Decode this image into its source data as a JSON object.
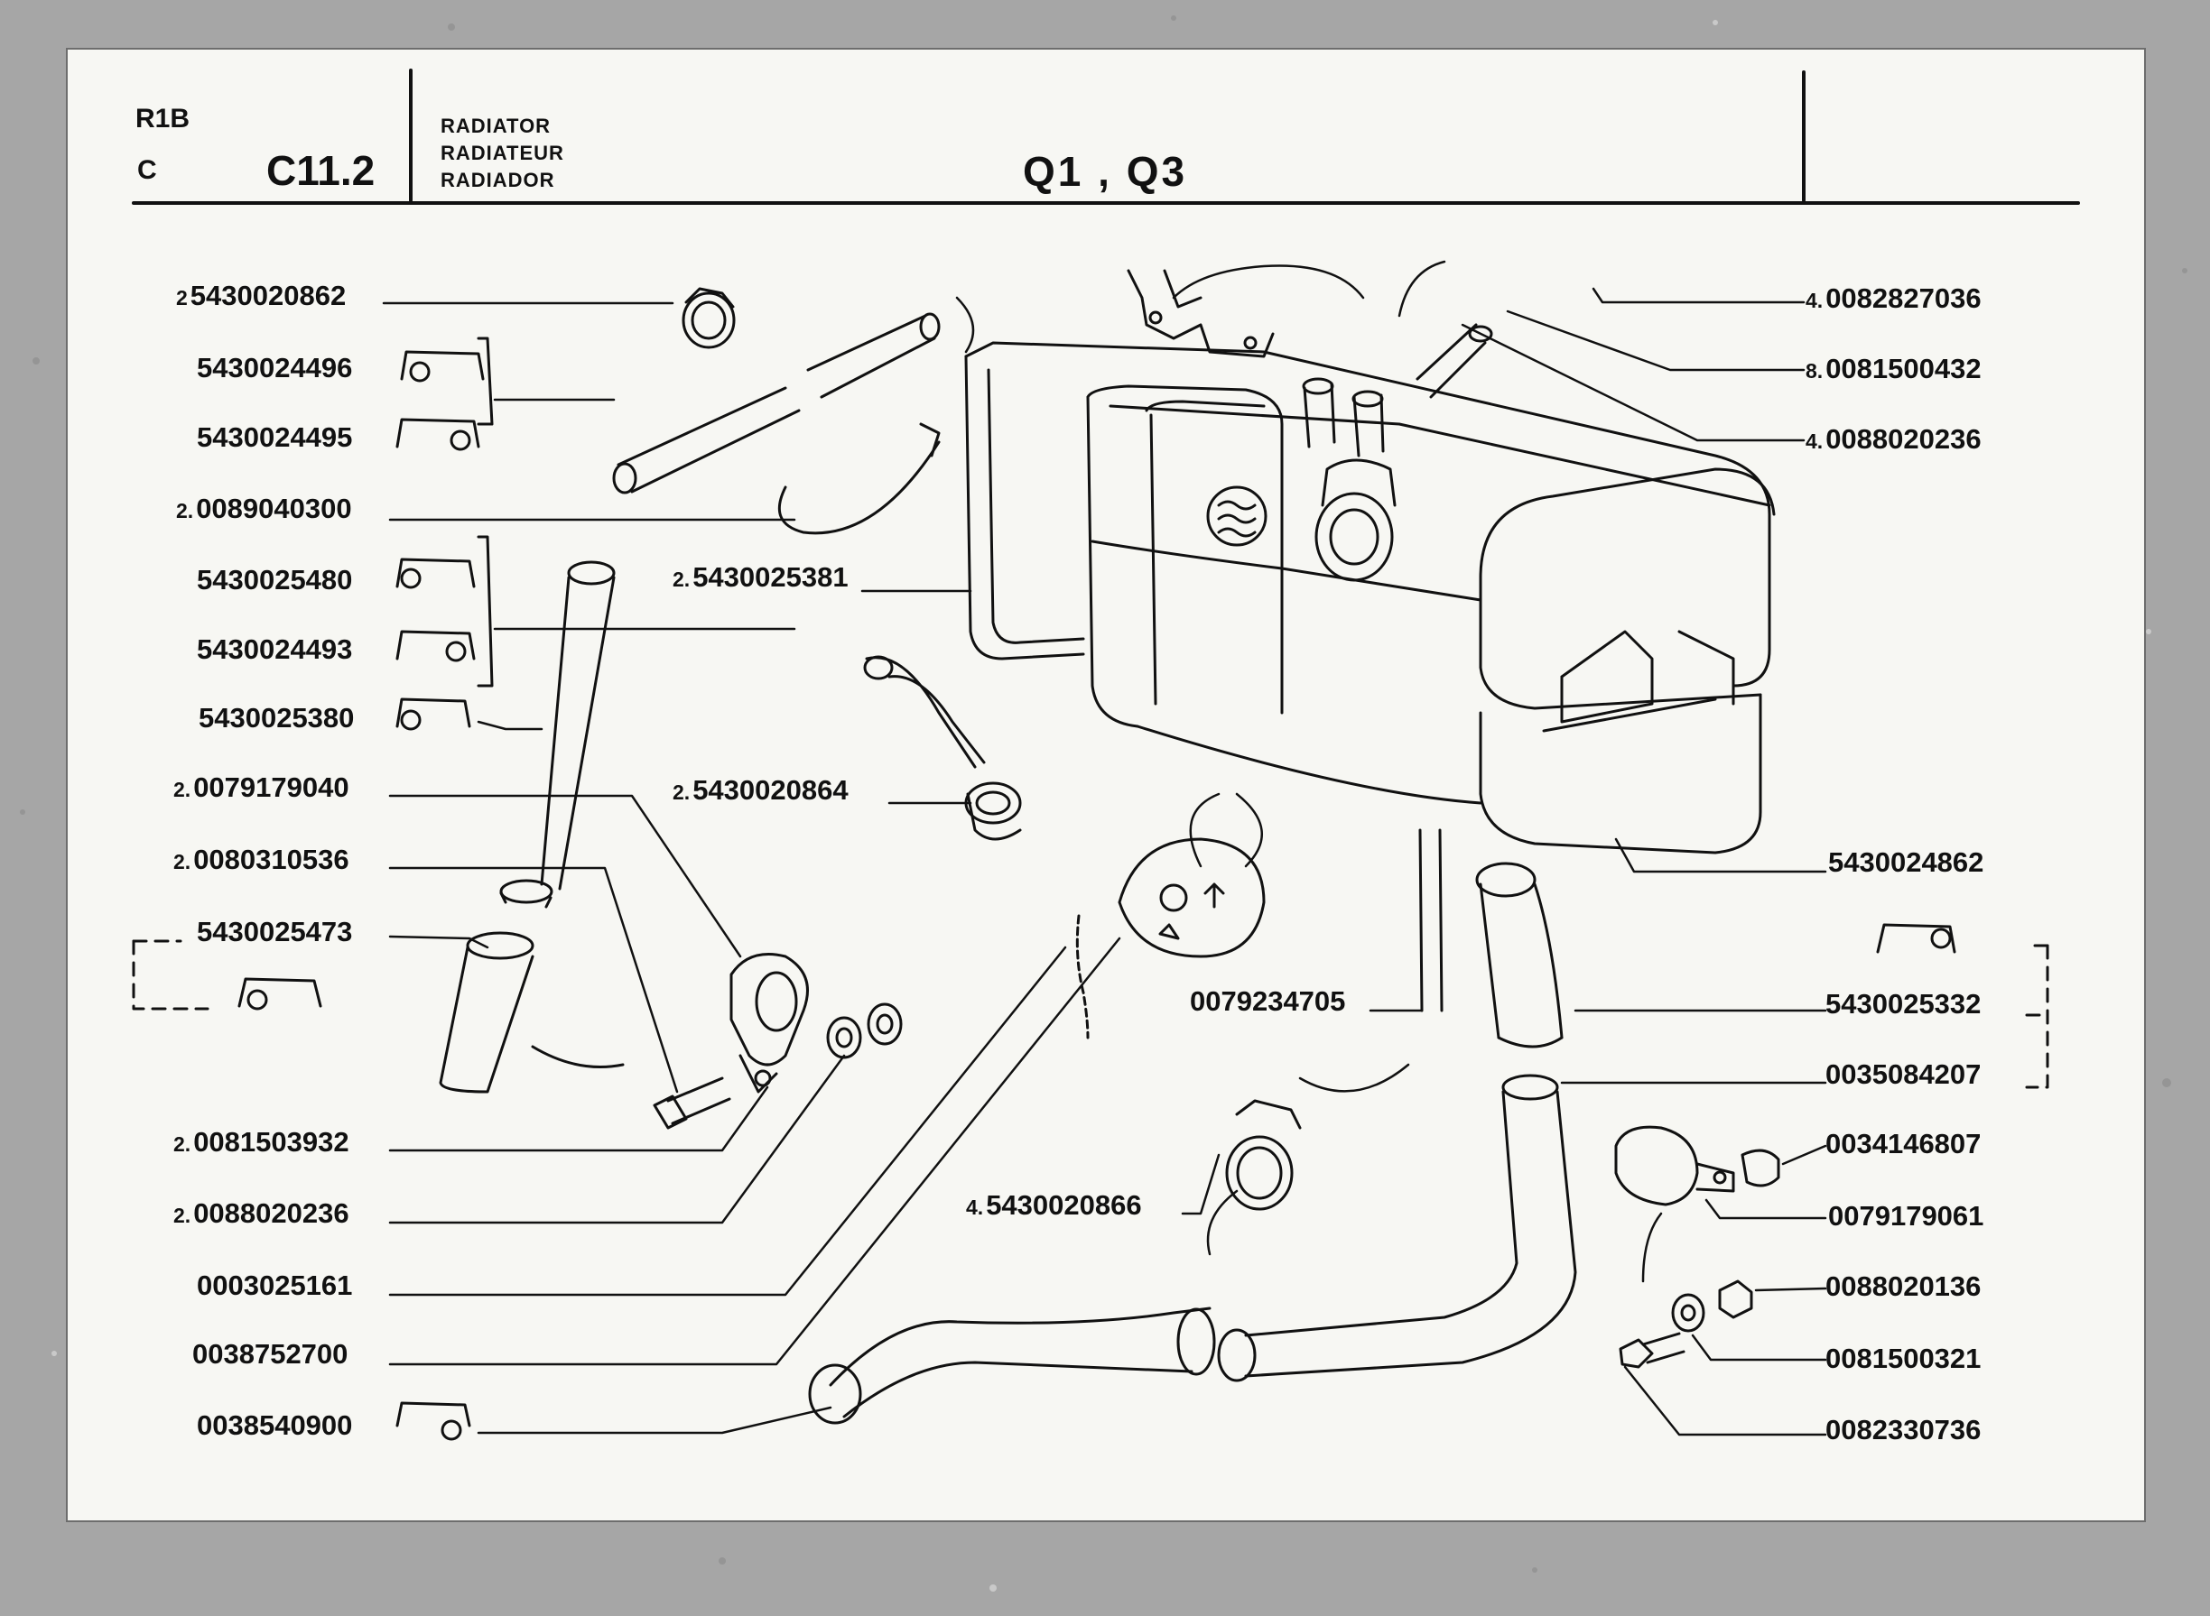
{
  "header": {
    "group": "R1B",
    "variant": "C",
    "section_code": "C11.2",
    "titles": [
      "RADIATOR",
      "RADIATEUR",
      "RADIADOR"
    ],
    "models": "Q1 , Q3"
  },
  "parts_left": [
    {
      "qty": "2",
      "part_no": "5430020862"
    },
    {
      "qty": "",
      "part_no": "5430024496"
    },
    {
      "qty": "",
      "part_no": "5430024495"
    },
    {
      "qty": "2.",
      "part_no": "0089040300"
    },
    {
      "qty": "",
      "part_no": "5430025480"
    },
    {
      "qty": "",
      "part_no": "5430024493"
    },
    {
      "qty": "",
      "part_no": "5430025380"
    },
    {
      "qty": "2.",
      "part_no": "0079179040"
    },
    {
      "qty": "2.",
      "part_no": "0080310536"
    },
    {
      "qty": "",
      "part_no": "5430025473"
    },
    {
      "qty": "2.",
      "part_no": "0081503932"
    },
    {
      "qty": "2.",
      "part_no": "0088020236"
    },
    {
      "qty": "",
      "part_no": "0003025161"
    },
    {
      "qty": "",
      "part_no": "0038752700"
    },
    {
      "qty": "",
      "part_no": "0038540900"
    }
  ],
  "parts_center": [
    {
      "qty": "2.",
      "part_no": "5430025381"
    },
    {
      "qty": "2.",
      "part_no": "5430020864"
    },
    {
      "qty": "",
      "part_no": "0079234705"
    },
    {
      "qty": "4.",
      "part_no": "5430020866"
    }
  ],
  "parts_right": [
    {
      "qty": "4.",
      "part_no": "0082827036"
    },
    {
      "qty": "8.",
      "part_no": "0081500432"
    },
    {
      "qty": "4.",
      "part_no": "0088020236"
    },
    {
      "qty": "",
      "part_no": "5430024862"
    },
    {
      "qty": "",
      "part_no": "5430025332"
    },
    {
      "qty": "",
      "part_no": "0035084207"
    },
    {
      "qty": "",
      "part_no": "0034146807"
    },
    {
      "qty": "",
      "part_no": "0079179061"
    },
    {
      "qty": "",
      "part_no": "0088020136"
    },
    {
      "qty": "",
      "part_no": "0081500321"
    },
    {
      "qty": "",
      "part_no": "0082330736"
    }
  ],
  "colors": {
    "paper": "#f7f7f3",
    "backdrop": "#a9a9a9",
    "ink": "#111111"
  }
}
